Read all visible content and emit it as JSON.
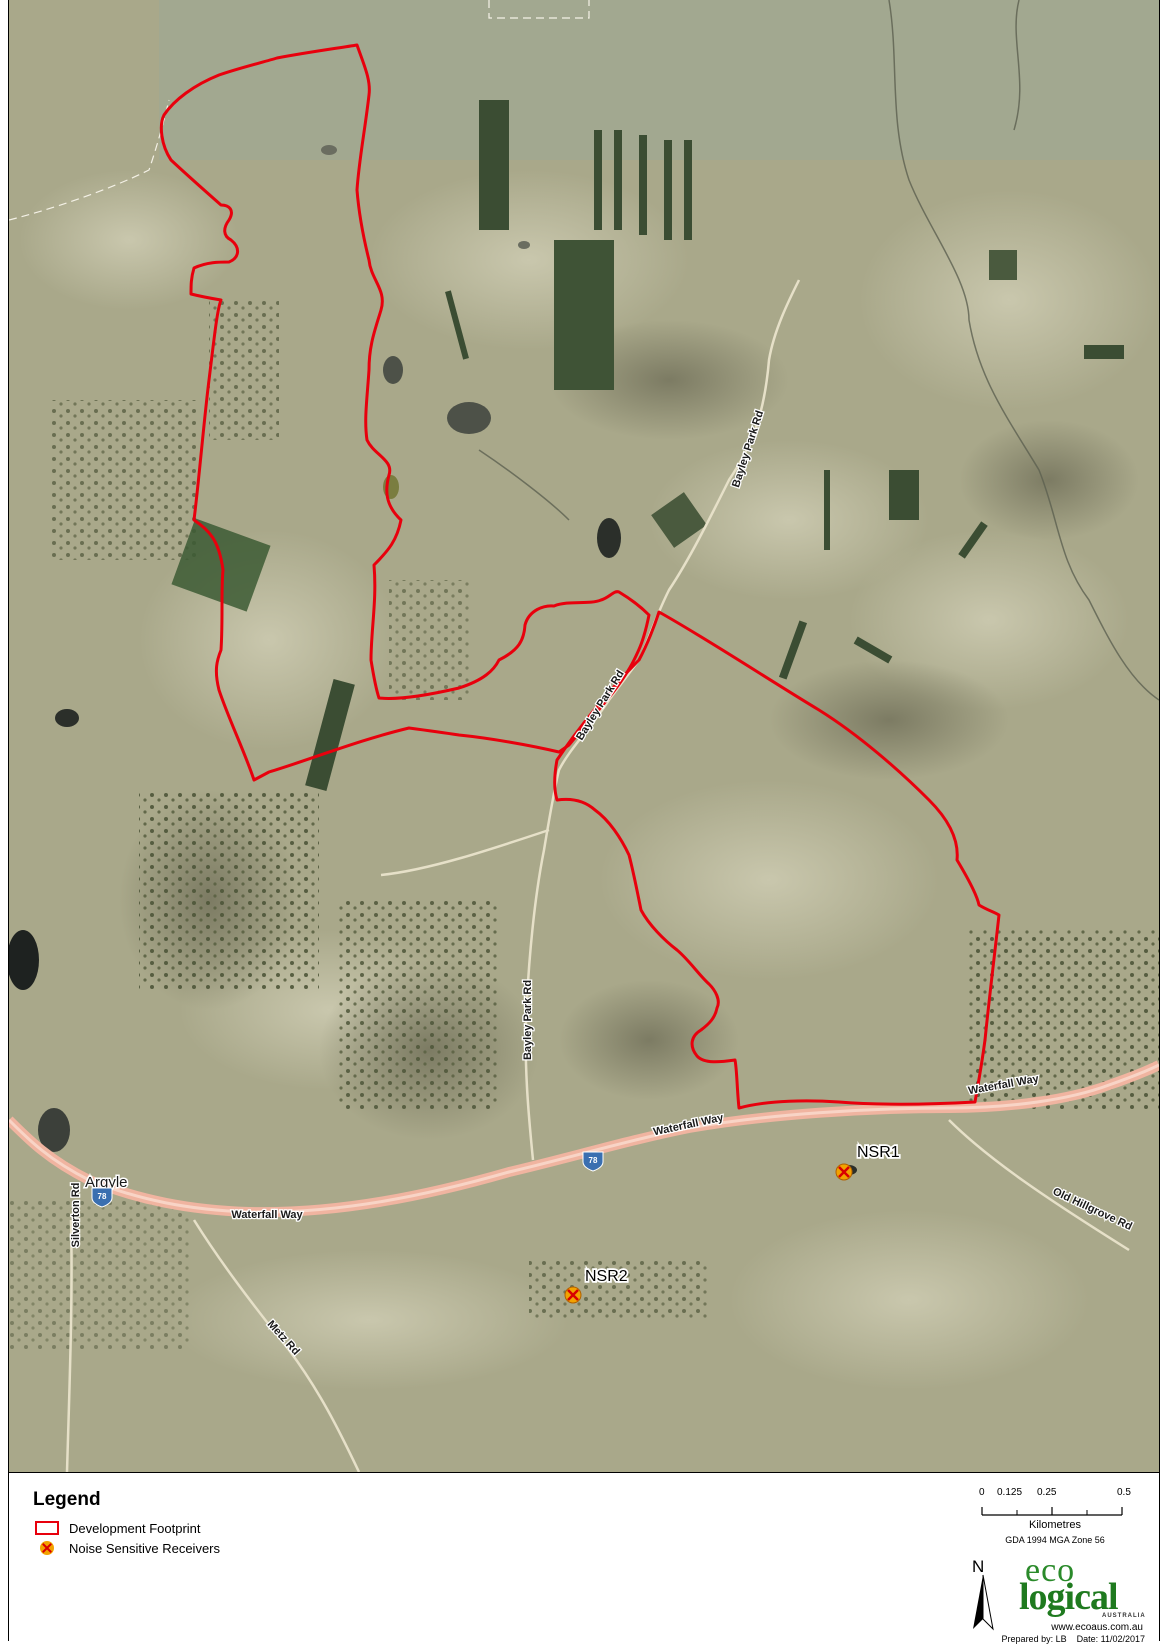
{
  "map": {
    "labels": {
      "bayley_park_rd": "Bayley Park Rd",
      "waterfall_way": "Waterfall Way",
      "old_hillgrove_rd": "Old Hillgrove Rd",
      "silverton_rd": "Silverton Rd",
      "metz_rd": "Metz Rd",
      "argyle": "Argyle",
      "route_shield": "78"
    },
    "receivers": [
      {
        "id": "NSR1",
        "label": "NSR1"
      },
      {
        "id": "NSR2",
        "label": "NSR2"
      }
    ]
  },
  "legend": {
    "title": "Legend",
    "items": [
      {
        "label": "Development Footprint",
        "symbol": "red-outline-box"
      },
      {
        "label": "Noise Sensitive Receivers",
        "symbol": "orange-circle-red-x"
      }
    ]
  },
  "scale_bar": {
    "ticks": [
      "0",
      "0.125",
      "0.25",
      "0.5"
    ],
    "unit": "Kilometres",
    "projection": "GDA 1994 MGA Zone 56"
  },
  "north_arrow": {
    "letter": "N"
  },
  "logo": {
    "top": "eco",
    "main": "logical",
    "sub": "AUSTRALIA"
  },
  "footer": {
    "website": "www.ecoaus.com.au",
    "prepared_by": "Prepared by: LB",
    "date": "Date: 11/02/2017"
  },
  "colors": {
    "footprint": "#e8000d",
    "receiver_fill": "#f2a200",
    "receiver_cross": "#d80000",
    "road_major": "#f0b4a0",
    "terrain": "#a9a88a",
    "logo_green": "#2a8a2a"
  }
}
